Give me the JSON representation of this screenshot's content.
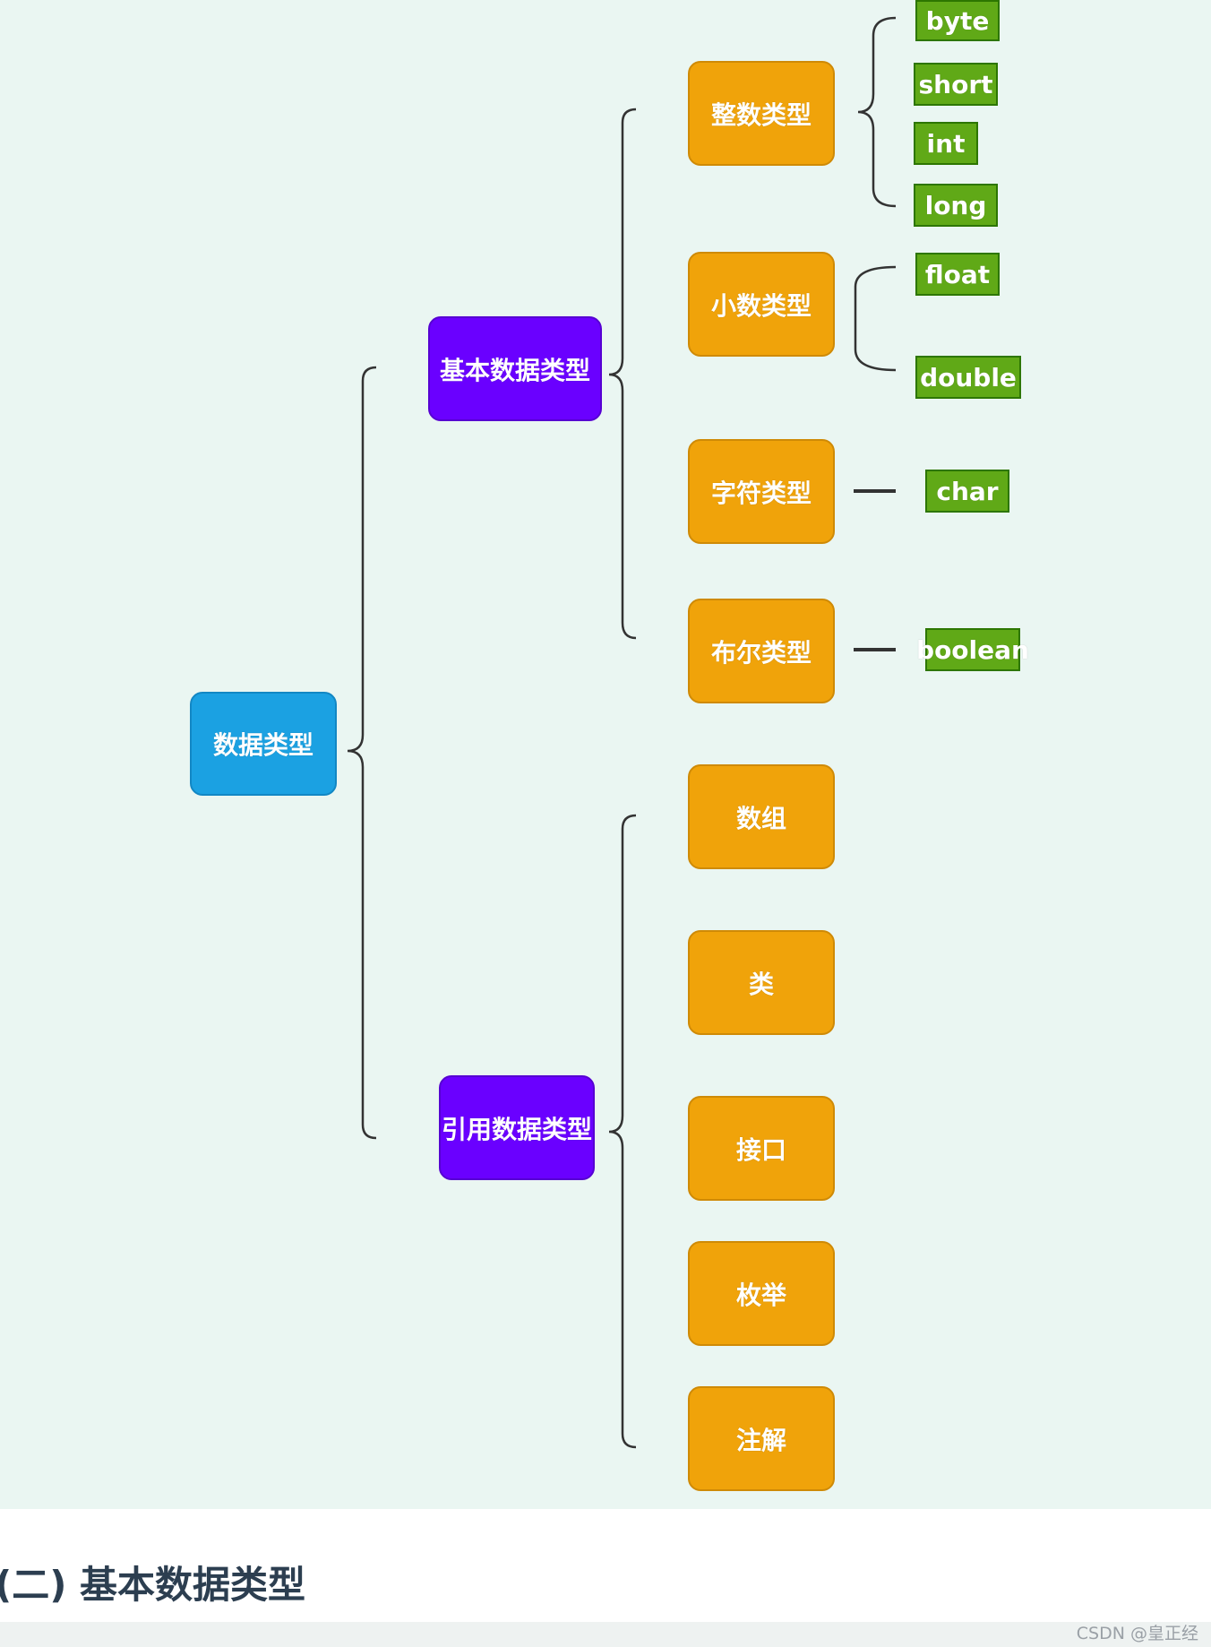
{
  "diagram": {
    "colors": {
      "root": "#1ba1e2",
      "category": "#6a00ff",
      "subtype": "#f0a30a",
      "leaf": "#60a917",
      "line": "#333333",
      "background": "#eaf6f2"
    },
    "root": {
      "label": "数据类型"
    },
    "primitive": {
      "label": "基本数据类型",
      "children": [
        {
          "label": "整数类型",
          "leaves": [
            "byte",
            "short",
            "int",
            "long"
          ]
        },
        {
          "label": "小数类型",
          "leaves": [
            "float",
            "double"
          ]
        },
        {
          "label": "字符类型",
          "leaves": [
            "char"
          ]
        },
        {
          "label": "布尔类型",
          "leaves": [
            "boolean"
          ]
        }
      ]
    },
    "reference": {
      "label": "引用数据类型",
      "children": [
        {
          "label": "数组"
        },
        {
          "label": "类"
        },
        {
          "label": "接口"
        },
        {
          "label": "枚举"
        },
        {
          "label": "注解"
        }
      ]
    }
  },
  "footer": {
    "section_title": "(二) 基本数据类型",
    "watermark": "CSDN @皇正经"
  }
}
